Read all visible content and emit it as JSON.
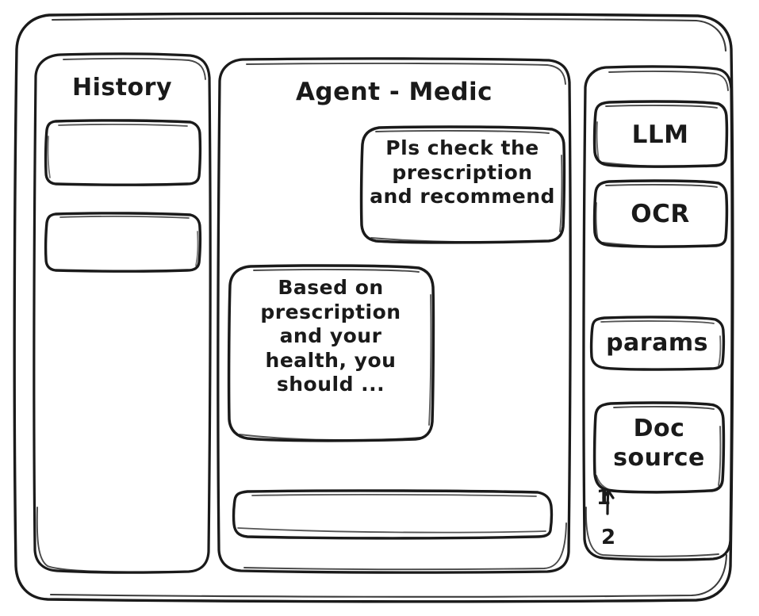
{
  "window": {
    "frame_name": "application-window"
  },
  "sidebar": {
    "title": "History",
    "items": [
      {
        "label": ""
      },
      {
        "label": ""
      }
    ]
  },
  "main": {
    "title": "Agent - Medic",
    "messages": [
      {
        "role": "user",
        "text": "Pls check the\nprescription\nand recommend"
      },
      {
        "role": "agent",
        "text": "Based on\nprescription\nand your\nhealth, you\nshould ..."
      }
    ],
    "composer": {
      "value": "",
      "placeholder": ""
    }
  },
  "tools": {
    "items": [
      {
        "label": "LLM"
      },
      {
        "label": "OCR"
      },
      {
        "label": "params"
      },
      {
        "label": "Doc\nsource"
      }
    ],
    "doc_source_list": [
      {
        "number": "1"
      },
      {
        "number": "2"
      }
    ]
  },
  "colors": {
    "ink": "#1a1a1a",
    "paper": "#ffffff"
  }
}
